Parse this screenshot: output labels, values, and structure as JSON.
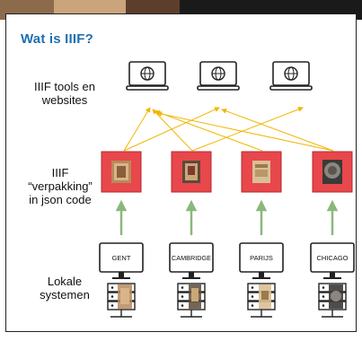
{
  "slide": {
    "title": "Wat is IIIF?",
    "rows": {
      "tools": [
        "IIIF tools en",
        "websites"
      ],
      "json": [
        "IIIF",
        "“verpakking”",
        "in json code"
      ],
      "local": [
        "Lokale",
        "systemen"
      ]
    },
    "institutions": [
      "GENT",
      "CAMBRIDGE",
      "PARIJS",
      "CHICAGO"
    ],
    "icons": {
      "laptop": "laptop-globe-icon",
      "package": "red-json-package",
      "server": "server-rack-icon",
      "monitor": "monitor-icon"
    },
    "colors": {
      "title": "#1f6fb0",
      "package_fill": "#e8474b",
      "green_arrow": "#8ab87a",
      "yellow_arrow": "#f2b600"
    }
  }
}
